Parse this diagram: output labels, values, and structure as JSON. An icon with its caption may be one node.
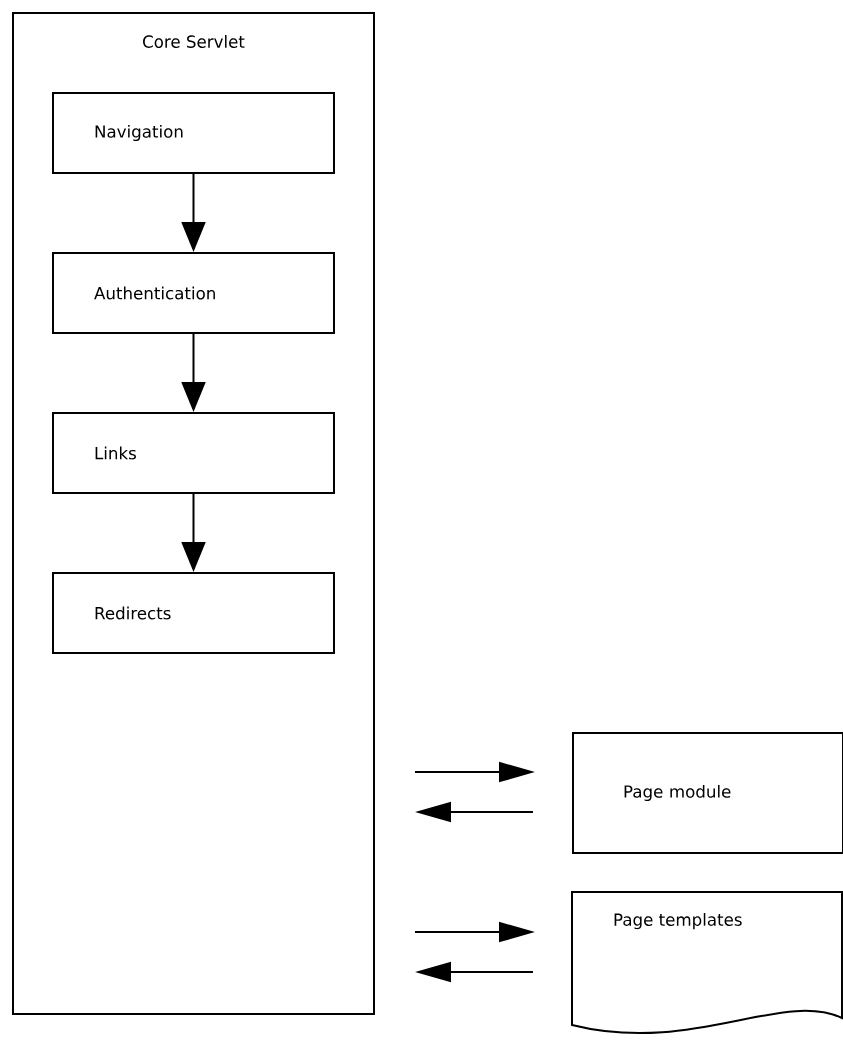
{
  "diagram": {
    "nodes": [
      {
        "text": [
          "Core Servlet"
        ]
      },
      {
        "text": [
          "Navigation"
        ],
        "in": 0
      },
      {
        "text": [
          "Authentication"
        ],
        "in": 0
      },
      {
        "text": [
          "Links"
        ],
        "in": 0
      },
      {
        "text": [
          "Redirects"
        ],
        "in": 0
      },
      {
        "text": [
          "Page module"
        ]
      },
      {
        "text": [
          "Page templates"
        ]
      }
    ],
    "edges": [
      {
        "from": 1,
        "to": 2,
        "arrow": "to"
      },
      {
        "from": 2,
        "to": 3,
        "arrow": "to"
      },
      {
        "from": 3,
        "to": 4,
        "arrow": "to"
      },
      {
        "from": 0,
        "to": 5,
        "arrow": "to"
      },
      {
        "from": 5,
        "to": 0,
        "arrow": "to"
      },
      {
        "from": 0,
        "to": 6,
        "arrow": "to"
      },
      {
        "from": 6,
        "to": 0,
        "arrow": "to"
      }
    ]
  }
}
